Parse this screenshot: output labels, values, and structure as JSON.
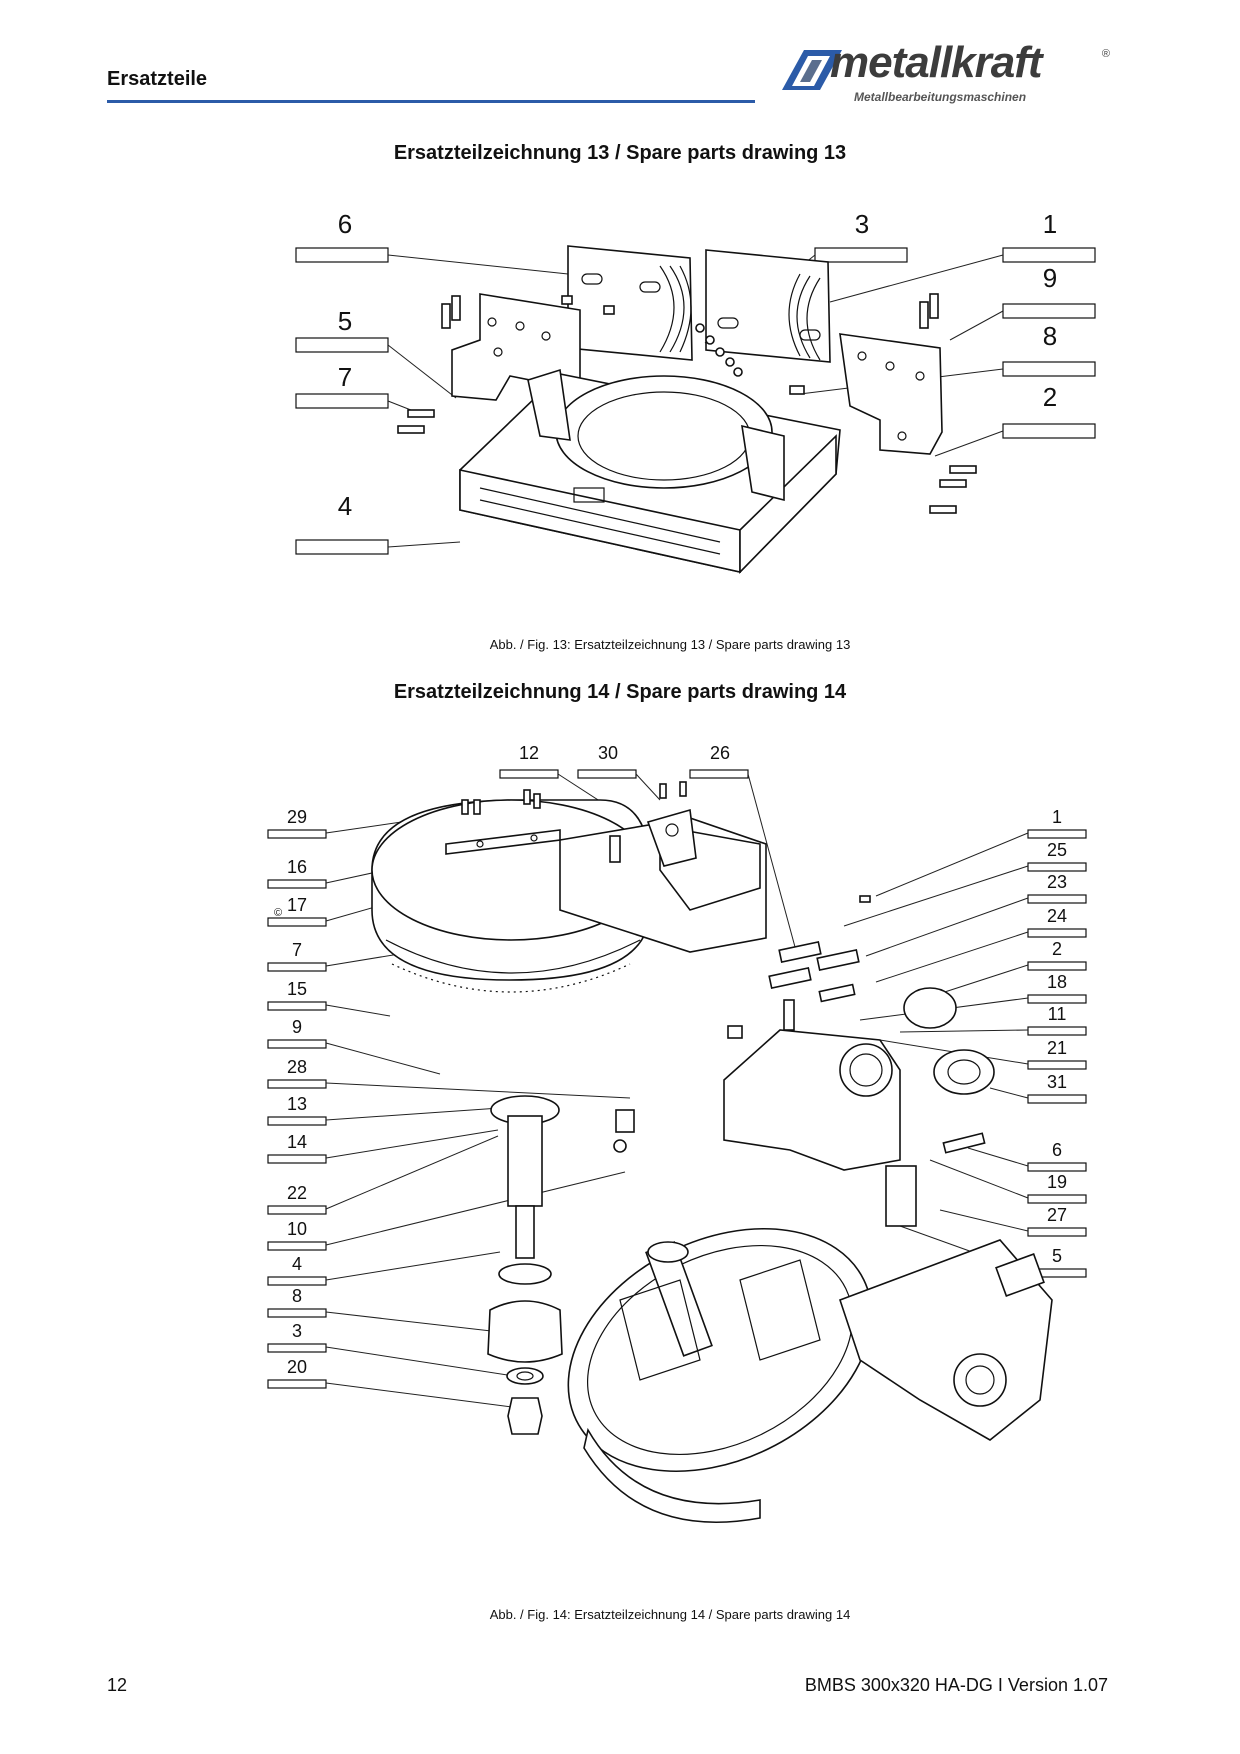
{
  "header": {
    "section_title": "Ersatzteile",
    "logo_word": "metallkraft",
    "logo_registered": "®",
    "logo_subtitle": "Metallbearbeitungsmaschinen",
    "accent_color": "#2b5ba8"
  },
  "drawing13": {
    "title": "Ersatzteilzeichnung 13 / Spare parts drawing 13",
    "caption": "Abb. / Fig. 13: Ersatzteilzeichnung 13 / Spare parts drawing 13",
    "labels": [
      "6",
      "3",
      "1",
      "9",
      "5",
      "8",
      "7",
      "2",
      "4"
    ]
  },
  "drawing14": {
    "title": "Ersatzteilzeichnung 14 / Spare parts drawing 14",
    "caption": "Abb. / Fig. 14: Ersatzteilzeichnung 14 / Spare parts drawing 14",
    "top_labels": [
      "12",
      "30",
      "26"
    ],
    "left_labels": [
      "29",
      "16",
      "17",
      "7",
      "15",
      "9",
      "28",
      "13",
      "14",
      "22",
      "10",
      "4",
      "8",
      "3",
      "20"
    ],
    "right_labels": [
      "1",
      "25",
      "23",
      "24",
      "2",
      "18",
      "11",
      "21",
      "31",
      "6",
      "19",
      "27",
      "5"
    ],
    "copyright_mark": "©"
  },
  "footer": {
    "page_number": "12",
    "document": "BMBS 300x320 HA-DG I Version 1.07"
  }
}
